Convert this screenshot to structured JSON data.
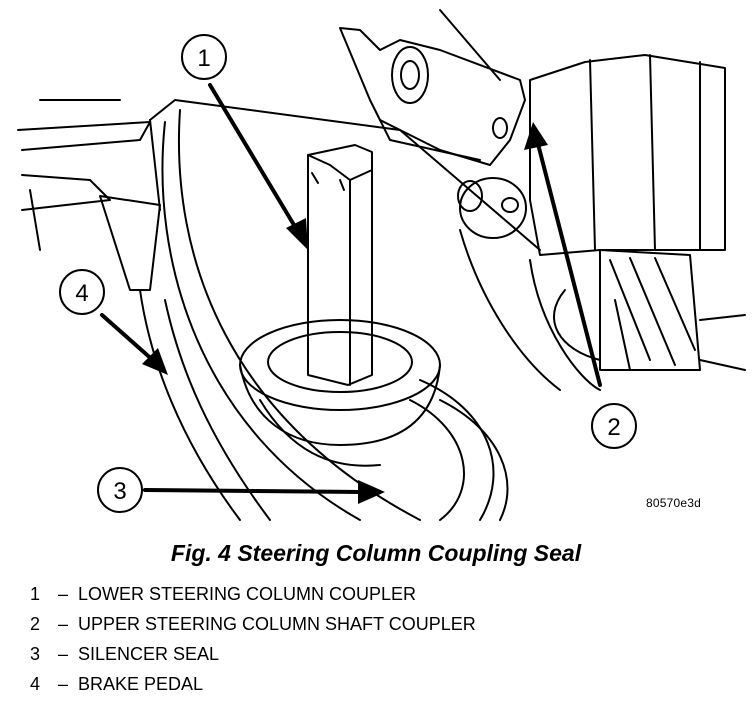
{
  "figure": {
    "callouts": [
      "1",
      "2",
      "3",
      "4"
    ],
    "figure_id": "80570e3d"
  },
  "caption": "Fig. 4 Steering Column Coupling Seal",
  "legend": [
    {
      "num": "1",
      "dash": "–",
      "text": "LOWER STEERING COLUMN COUPLER"
    },
    {
      "num": "2",
      "dash": "–",
      "text": "UPPER STEERING COLUMN SHAFT COUPLER"
    },
    {
      "num": "3",
      "dash": "–",
      "text": "SILENCER SEAL"
    },
    {
      "num": "4",
      "dash": "–",
      "text": "BRAKE PEDAL"
    }
  ]
}
